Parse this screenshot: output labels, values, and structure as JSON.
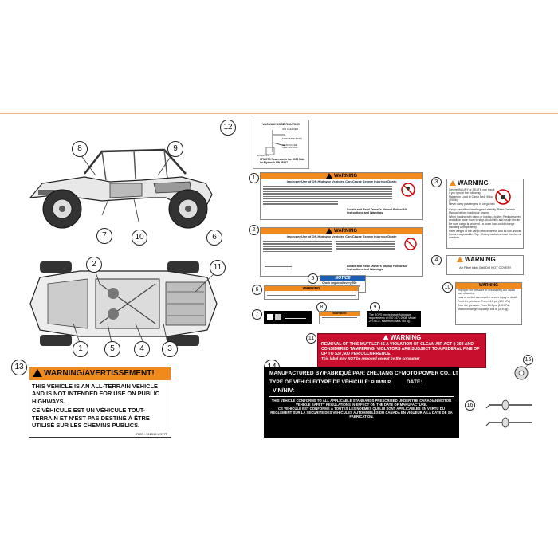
{
  "callouts": [
    "1",
    "2",
    "3",
    "4",
    "5",
    "6",
    "7",
    "8",
    "9",
    "10",
    "11",
    "12",
    "13",
    "14",
    "16",
    "16"
  ],
  "label12": {
    "title": "VACUUM HOSE ROUTING",
    "air": "AIR CLEANER",
    "throttle": "THROTTLE BODY",
    "crankcase": "CRANKCASE VENTILATION",
    "exhaust": "EXHAUST",
    "address": "CFMOTO Powersports Inc. 5050 Nob Ln Plymouth MN 55447"
  },
  "label1": {
    "header": "WARNING",
    "title": "Improper Use of Off-Highway Vehicles Can Cause Severe Injury or Death",
    "footer": "Locate and Read Owner's Manual Follow All Instructions and Warnings"
  },
  "label2": {
    "header": "WARNING",
    "title": "Improper Use of Off-Highway Vehicles Can Cause Severe Injury or Death",
    "footer": "Locate and Read Owner's Manual Follow All Instructions and Warnings"
  },
  "label3": {
    "header": "WARNING",
    "lines": [
      "Severe INJURY or DEATH can result if you ignore the following:",
      "Maximum Load in Cargo Bed: 90kg (200lb)",
      "Never carry passengers in cargo bed",
      "Cargo can affect handling and stability. Read Owner's Manual before loading or towing",
      "When loading with cargo or towing a trailer: Reduce speed and allow more room to stop. Avoid hills and rough terrain",
      "Be sure cargo is secured - a loose load could change handling unexpectedly",
      "Keep weight in the cargo bed centered, and as low and far forward as possible. Top - Heavy loads increase the risk of overturn."
    ]
  },
  "label4": {
    "header": "WARNING",
    "text": "Air Filter Inlet Grill DO NOT COVER!"
  },
  "label5": {
    "header": "NOTICE",
    "text": "Check engine oil every 500 kilometers. Make sure engine stays level. Inst. for 500 kilometres."
  },
  "label6": {
    "header": "WARNING"
  },
  "label8": {
    "header": "WARNING"
  },
  "label9": {
    "text": "The ROPS meets the performance requirements of ISO 3471:2008. Model: ZFORCE. Maximum mass 780 kg."
  },
  "label10": {
    "header": "WARNING",
    "lines": [
      "Improper tire pressure or overloading can cause loss of control.",
      "Loss of control can result in severe injury or death.",
      "Front tire pressure: From 14.5 psi (100 kPa)",
      "Rear tire pressure: From 14.5 psi (100 kPa)",
      "Maximum weight capacity: 694 lb (315 kg)"
    ]
  },
  "label11": {
    "header": "WARNING",
    "text": "REMOVAL OF THIS MUFFLER IS A VIOLATION OF CLEAN AIR ACT § 203 AND CONSIDERED TAMPERING. VIOLATORS ARE SUBJECT TO A FEDERAL FINE OF UP TO $37,500 PER OCCURRENCE.",
    "note": "This label may NOT be removed except by the consumer"
  },
  "label13": {
    "header": "WARNING/AVERTISSEMENT!",
    "en": "THIS VEHICLE IS AN ALL-TERRAIN VEHICLE AND IS NOT INTENDED FOR USE ON PUBLIC HIGHWAYS.",
    "fr": "CE VÉHICULE EST UN VÉHICULE TOUT-TERRAIN ET N'EST PAS DESTINÉ À ÊTRE UTILISÉ SUR LES CHEMINS PUBLICS.",
    "code": "7020 - 191313    US17T"
  },
  "label14": {
    "line1": "MANUFACTURED BY/FABRIQUÉ PAR: ZHEJIANG CFMOTO POWER CO., LTD.",
    "line2a": "TYPE OF VEHICLE/TYPE DE VÉHICULE:",
    "line2b": "RUM/MUR",
    "line2c": "DATE:",
    "vin": "VIN/NIV:",
    "en": "THIS VEHICLE CONFORMS TO ALL APPLICABLE STANDARDS PRESCRIBED UNDER THE CANADIAN MOTOR VEHICLE SAFETY REGULATIONS IN EFFECT ON THE DATE OF MANUFACTURE.",
    "fr": "CE VÉHICULE EST CONFORME À TOUTES LES NORMES QUI LUI SONT APPLICABLES EN VERTU DU RÈGLEMENT SUR LA SÉCURITÉ DES VÉHICULES AUTOMOBILES DU CANADA EN VIGUEUR À LA DATE DE SA FABRICATION."
  },
  "colors": {
    "orange": "#f08a1c",
    "black": "#000000",
    "divider": "#e8b48a"
  }
}
